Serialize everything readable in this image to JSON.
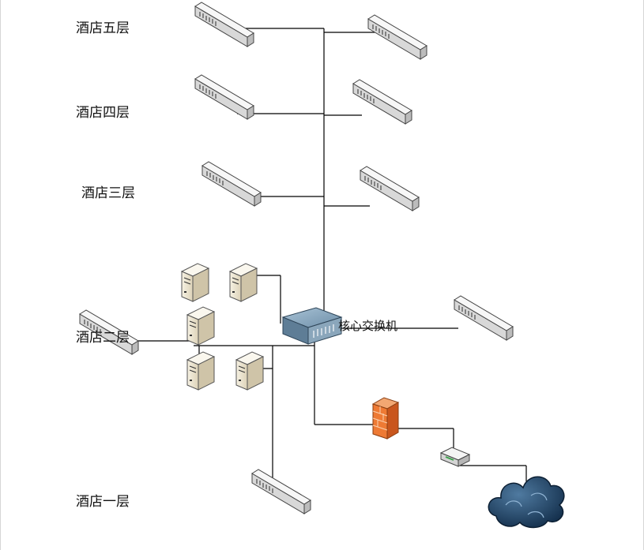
{
  "floors": {
    "f5": "酒店五层",
    "f4": "酒店四层",
    "f3": "酒店三层",
    "f2": "酒店二层",
    "f1": "酒店一层"
  },
  "core_switch_label": "核心交换机",
  "icons": {
    "switch": "switch-icon",
    "core_switch": "core-switch-icon",
    "server": "server-icon",
    "firewall": "firewall-icon",
    "router": "router-icon",
    "cloud": "internet-cloud-icon"
  },
  "colors": {
    "line": "#000000",
    "switch_body": "#f2f2f2",
    "core_switch": "#6f8fa8",
    "server": "#efe8d4",
    "firewall": "#e8742f",
    "cloud": "#23476b"
  }
}
